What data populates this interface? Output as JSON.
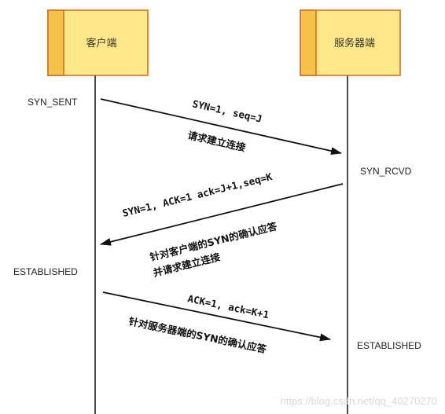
{
  "participants": {
    "client": "客户端",
    "server": "服务器端"
  },
  "states": {
    "client_syn_sent": "SYN_SENT",
    "server_syn_rcvd": "SYN_RCVD",
    "client_established": "ESTABLISHED",
    "server_established": "ESTABLISHED"
  },
  "messages": [
    {
      "params": "SYN=1, seq=J",
      "description": "请求建立连接"
    },
    {
      "params": "SYN=1, ACK=1  ack=J+1,seq=K",
      "description": "针对客户端的SYN的确认应答",
      "description2": "并请求建立连接"
    },
    {
      "params": "ACK=1, ack=K+1",
      "description": "针对服务器端的SYN的确认应答"
    }
  ],
  "watermark": "https://blog.csdn.net/qq_40270270",
  "colors": {
    "box_fill": "#FFE88A",
    "box_stroke": "#D2691E",
    "line": "#111111"
  }
}
